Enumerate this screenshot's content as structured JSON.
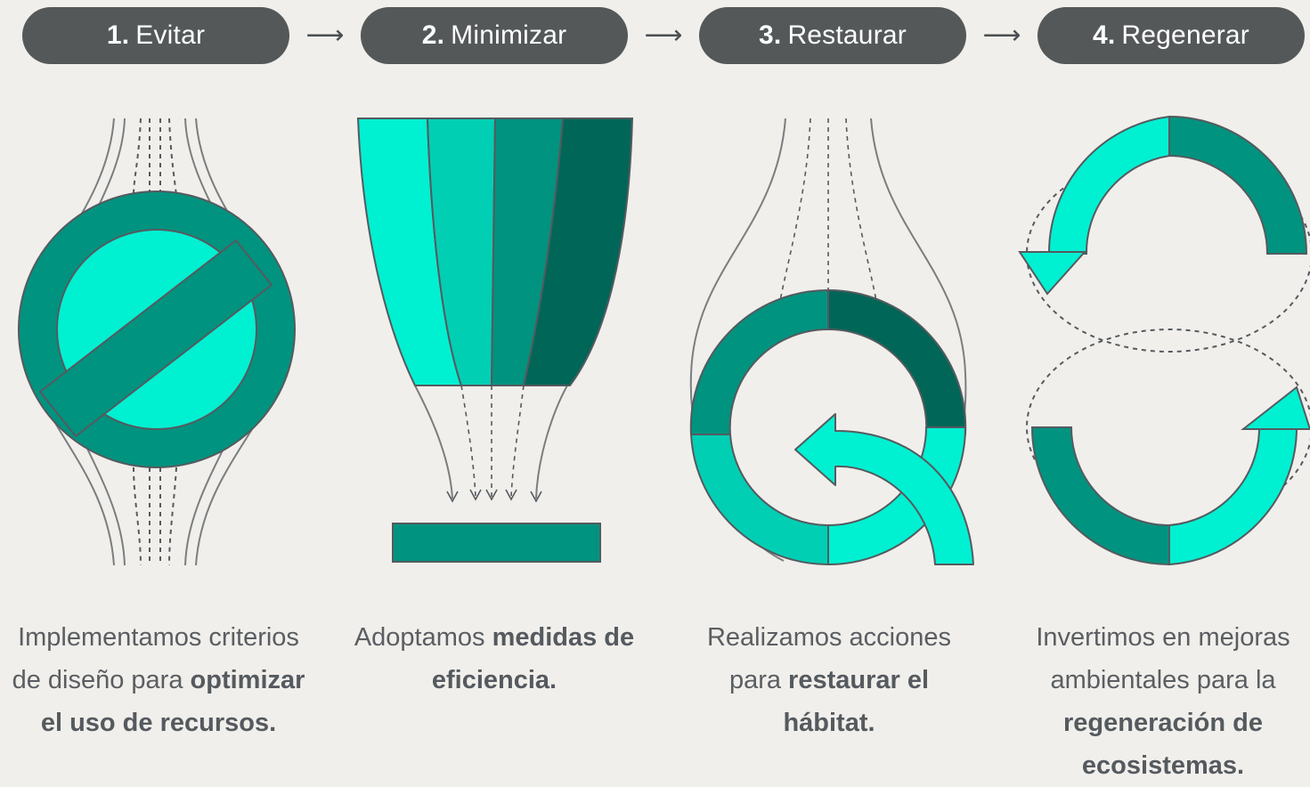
{
  "steps": [
    {
      "number": "1.",
      "label": "Evitar",
      "desc_plain_1": "Implementamos criterios de diseño para ",
      "desc_bold_1": "optimizar el uso de recursos.",
      "desc_plain_2": "",
      "desc_bold_2": "",
      "desc_plain_3": ""
    },
    {
      "number": "2.",
      "label": "Minimizar",
      "desc_plain_1": "Adoptamos ",
      "desc_bold_1": "medidas de eficiencia.",
      "desc_plain_2": "",
      "desc_bold_2": "",
      "desc_plain_3": ""
    },
    {
      "number": "3.",
      "label": "Restaurar",
      "desc_plain_1": "Realizamos acciones para ",
      "desc_bold_1": "restaurar el hábitat.",
      "desc_plain_2": "",
      "desc_bold_2": "",
      "desc_plain_3": ""
    },
    {
      "number": "4.",
      "label": "Regenerar",
      "desc_plain_1": "Invertimos en mejoras ambientales para la ",
      "desc_bold_1": "regeneración de ecosistemas.",
      "desc_plain_2": "",
      "desc_bold_2": "",
      "desc_plain_3": ""
    }
  ],
  "arrow_glyph": "⟶",
  "icons": [
    "no-entry-icon",
    "funnel-icon",
    "restore-cycle-icon",
    "regeneration-cycle-icon"
  ],
  "colors": {
    "background": "#f1efeb",
    "pill": "#545859",
    "aqua": "#00f0d2",
    "teal_light": "#00cfb4",
    "teal": "#00937f",
    "teal_dark": "#006658",
    "line": "#7a7e80"
  }
}
